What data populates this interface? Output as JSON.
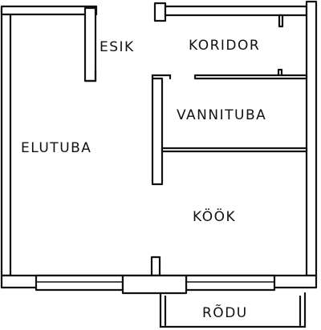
{
  "floorplan": {
    "rooms": {
      "esik": "ESIK",
      "koridor": "KORIDOR",
      "vannituba": "VANNITUBA",
      "elutuba": "ELUTUBA",
      "kook": "KÖÖK",
      "rodu": "RÕDU"
    }
  }
}
